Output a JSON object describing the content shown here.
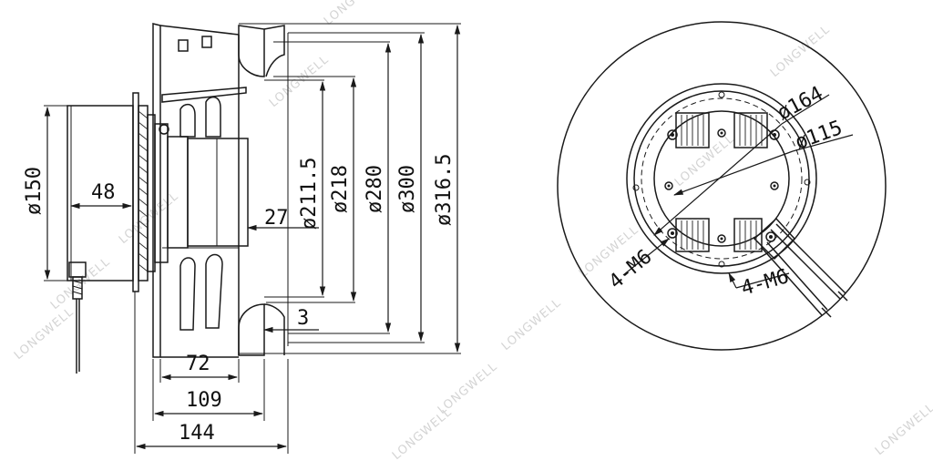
{
  "watermark": "LONGWELL",
  "side_view": {
    "motor_diameter": "ø150",
    "motor_depth": "48",
    "inlet_gap": "27",
    "lip_offset": "3",
    "dia_inlet": "ø211.5",
    "dia_shroud": "ø218",
    "dia_wheel": "ø280",
    "dia_ring": "ø300",
    "dia_overall": "ø316.5",
    "width_impeller": "72",
    "width_wheel": "109",
    "width_overall": "144"
  },
  "front_view": {
    "bolt_circle_large": "ø164",
    "bolt_circle_small": "ø115",
    "thread_inner": "4-M6",
    "thread_outer": "4-M6"
  }
}
